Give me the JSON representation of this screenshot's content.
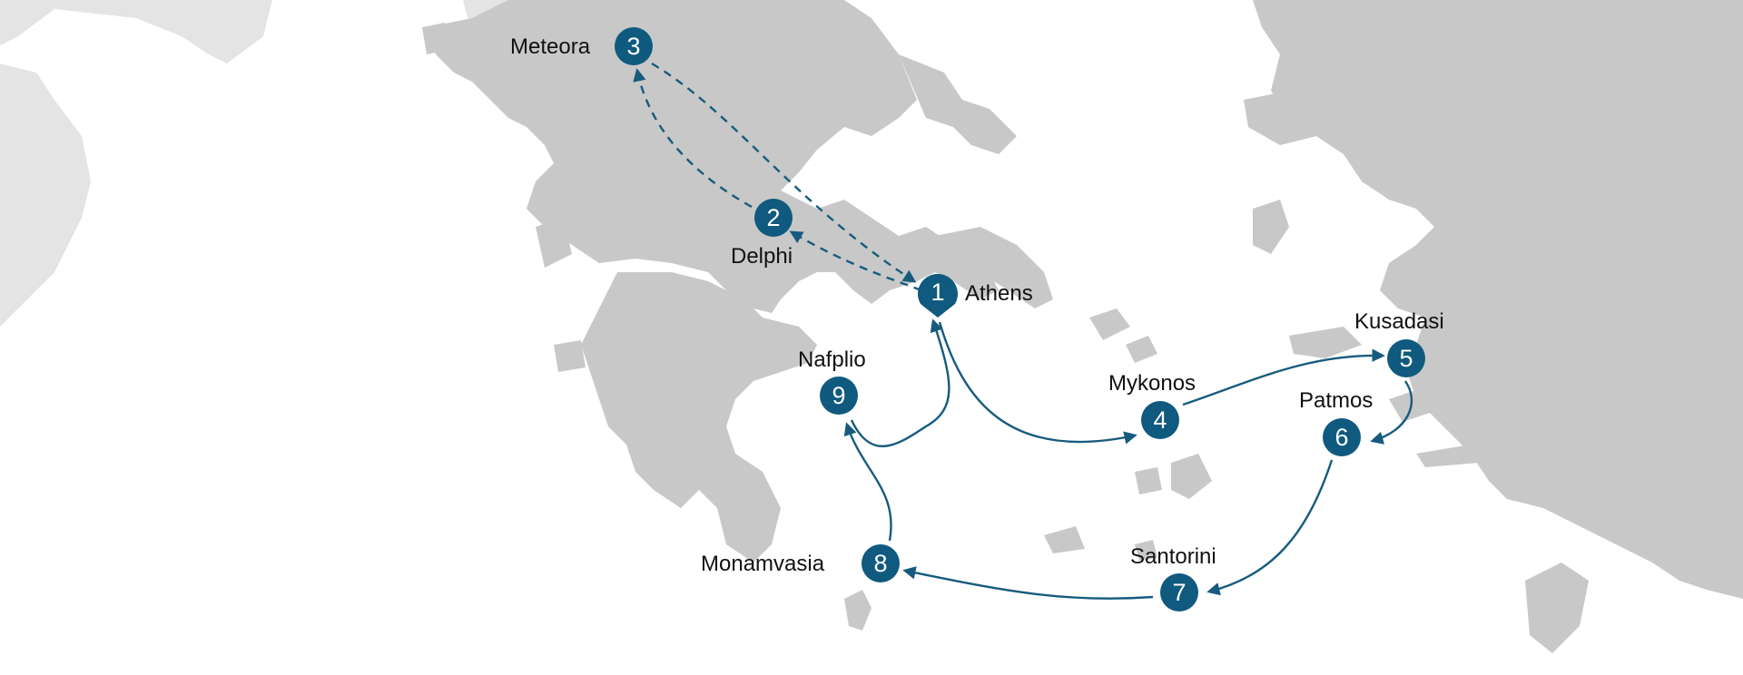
{
  "map": {
    "colors": {
      "land": "#c8c8c8",
      "land_far": "#e4e4e4",
      "sea": "#ffffff",
      "route": "#165b7e",
      "marker": "#0f5a7e",
      "marker_text": "#ffffff",
      "label": "#111111"
    },
    "stops": [
      {
        "number": "1",
        "name": "Athens"
      },
      {
        "number": "2",
        "name": "Delphi"
      },
      {
        "number": "3",
        "name": "Meteora"
      },
      {
        "number": "4",
        "name": "Mykonos"
      },
      {
        "number": "5",
        "name": "Kusadasi"
      },
      {
        "number": "6",
        "name": "Patmos"
      },
      {
        "number": "7",
        "name": "Santorini"
      },
      {
        "number": "8",
        "name": "Monamvasia"
      },
      {
        "number": "9",
        "name": "Nafplio"
      }
    ]
  }
}
